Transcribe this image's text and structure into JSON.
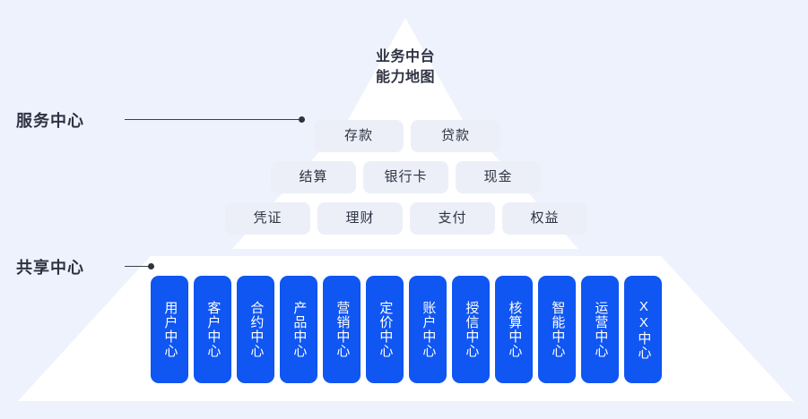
{
  "theme": {
    "background": "#eef2fd",
    "pyramid_fill": "#ffffff",
    "pill_fill": "#eceff8",
    "card_fill": "#0f56f2",
    "text_dark": "#2e3242",
    "text_light": "#ffffff",
    "leader_line": "#3b3f4c"
  },
  "title": {
    "line1": "业务中台",
    "line2": "能力地图"
  },
  "side_labels": {
    "service": "服务中心",
    "shared": "共享中心"
  },
  "service_center": {
    "rows": [
      {
        "items": [
          "存款",
          "贷款"
        ]
      },
      {
        "items": [
          "结算",
          "银行卡",
          "现金"
        ]
      },
      {
        "items": [
          "凭证",
          "理财",
          "支付",
          "权益"
        ]
      }
    ]
  },
  "shared_center": {
    "cards": [
      "用户中心",
      "客户中心",
      "合约中心",
      "产品中心",
      "营销中心",
      "定价中心",
      "账户中心",
      "授信中心",
      "核算中心",
      "智能中心",
      "运营中心",
      "XX中心"
    ]
  }
}
